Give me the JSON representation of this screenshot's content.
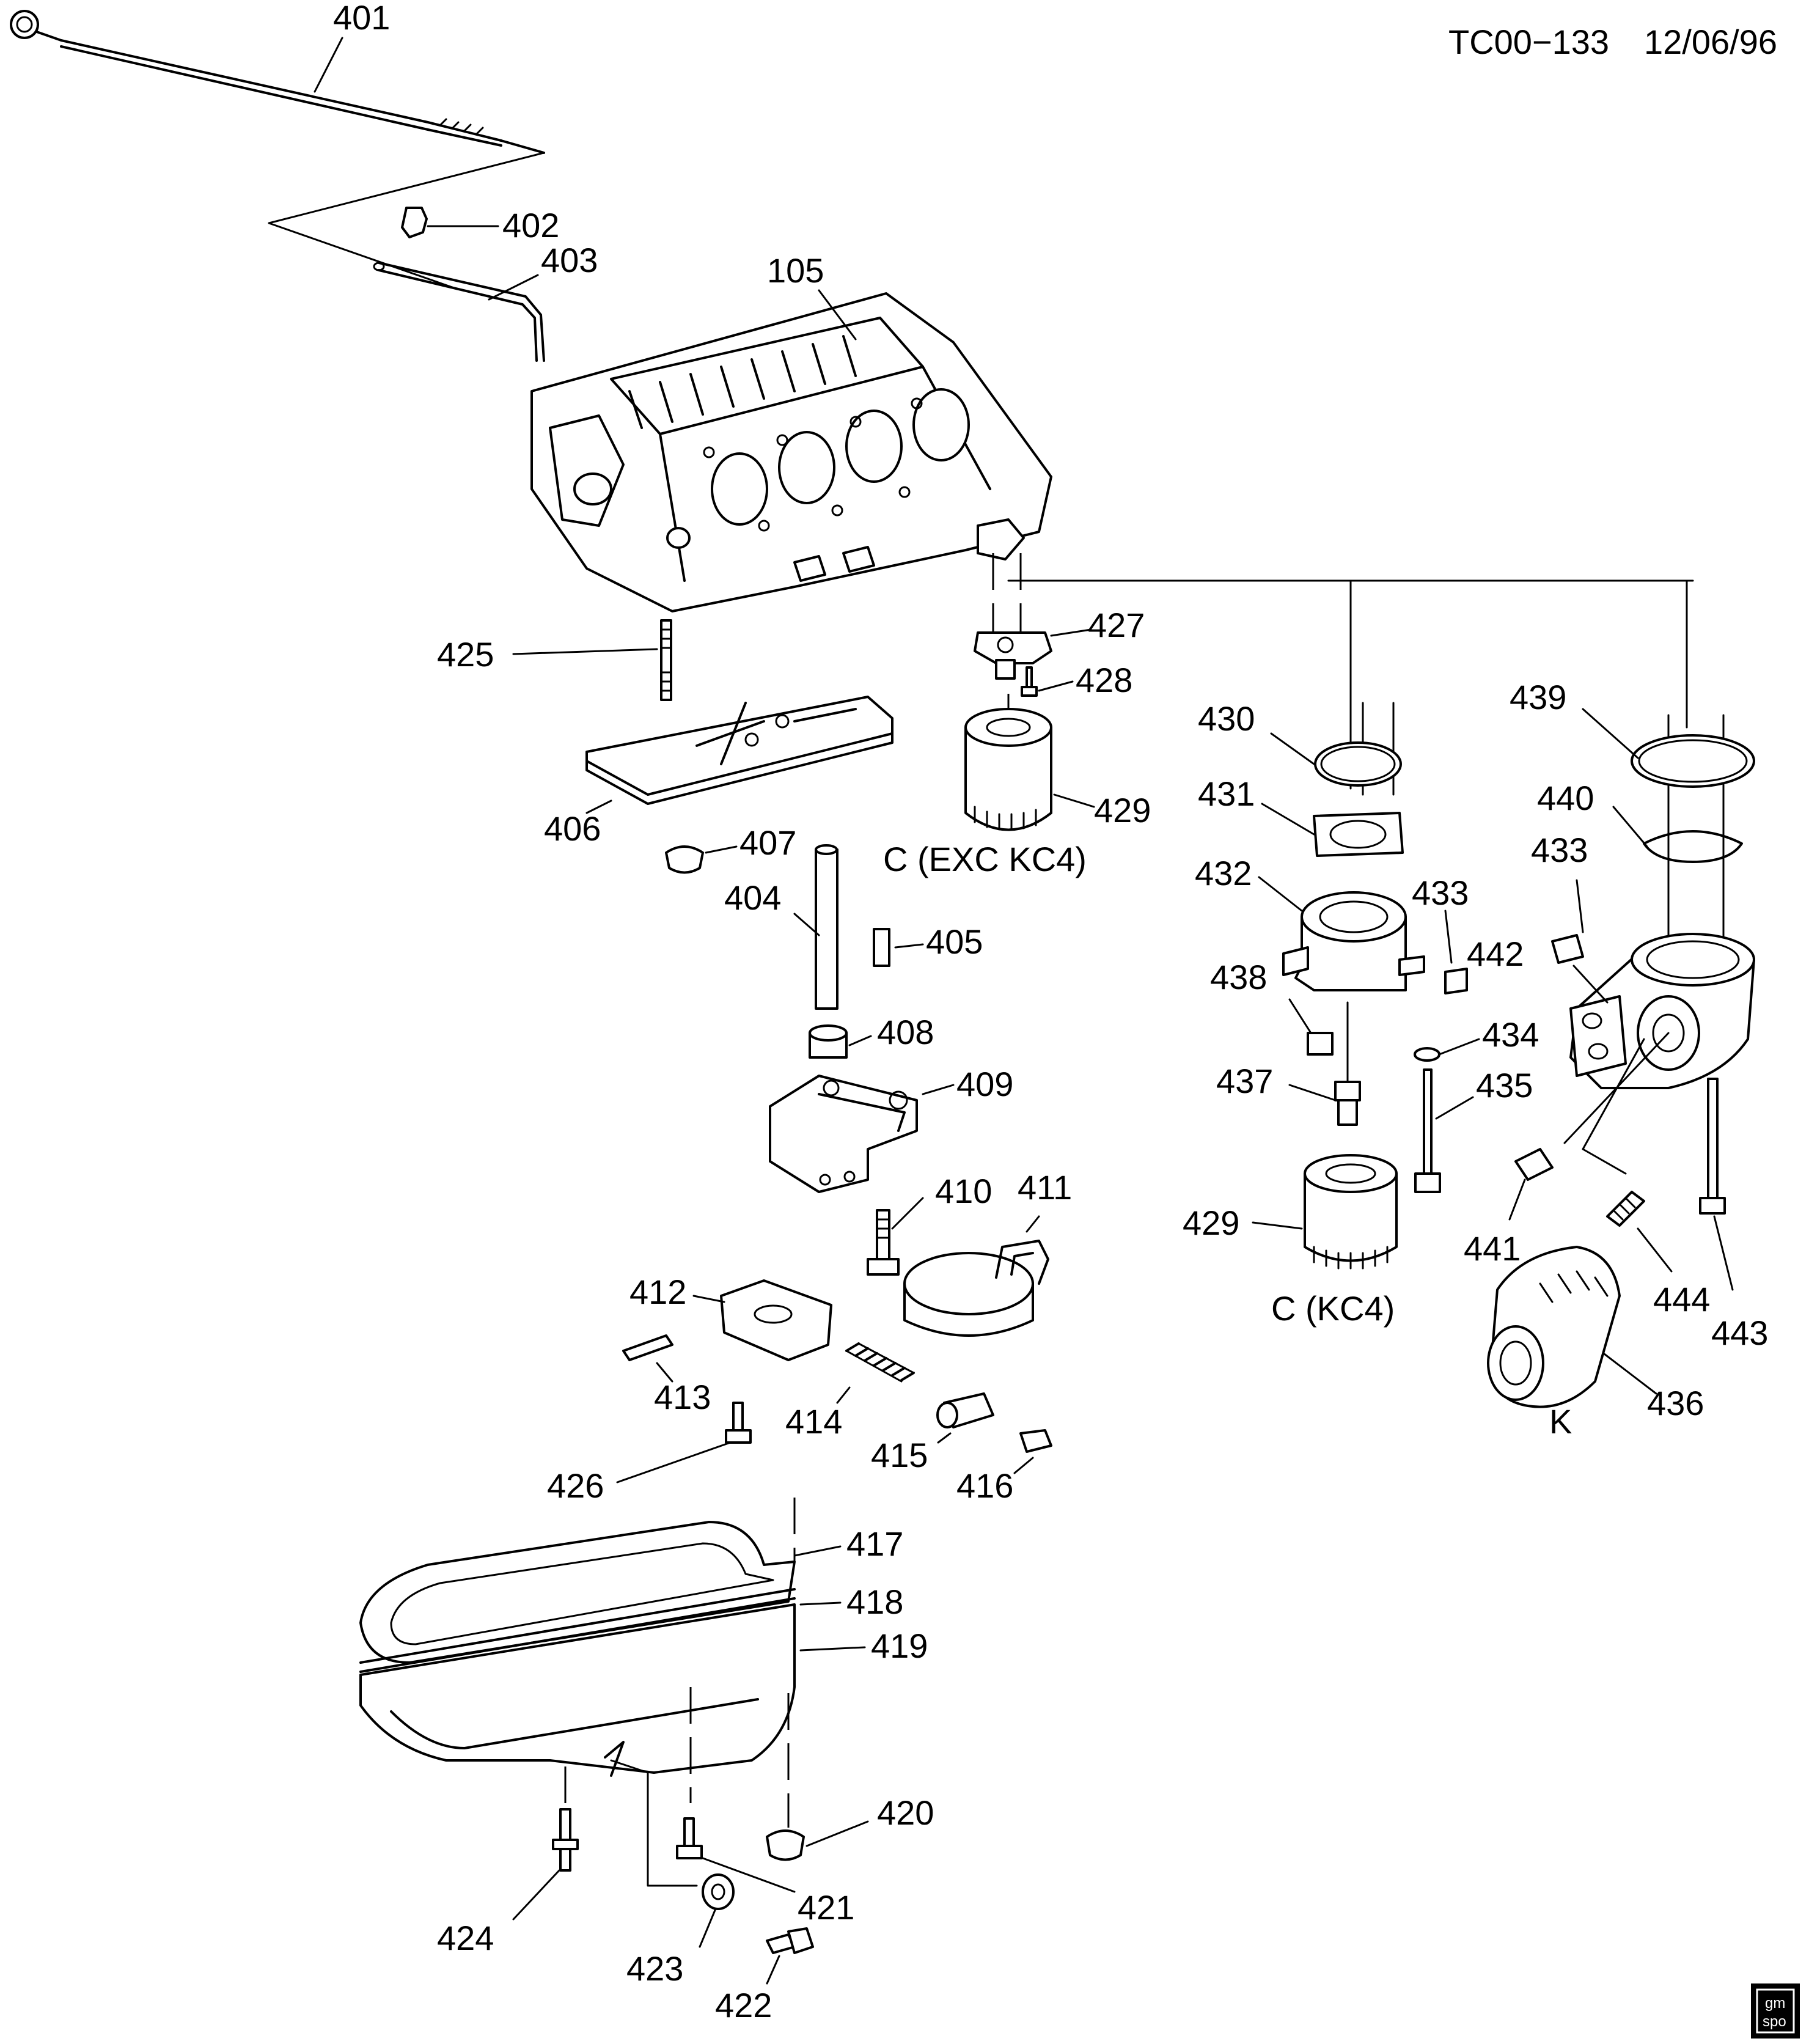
{
  "header": {
    "code": "TC00−133",
    "date": "12/06/96"
  },
  "callouts": [
    {
      "id": "p401",
      "text": "401"
    },
    {
      "id": "p402",
      "text": "402"
    },
    {
      "id": "p403",
      "text": "403"
    },
    {
      "id": "p105",
      "text": "105"
    },
    {
      "id": "p425",
      "text": "425"
    },
    {
      "id": "p427",
      "text": "427"
    },
    {
      "id": "p428",
      "text": "428"
    },
    {
      "id": "p406",
      "text": "406"
    },
    {
      "id": "p429a",
      "text": "429"
    },
    {
      "id": "p407",
      "text": "407"
    },
    {
      "id": "p404",
      "text": "404"
    },
    {
      "id": "p405",
      "text": "405"
    },
    {
      "id": "p408",
      "text": "408"
    },
    {
      "id": "p409",
      "text": "409"
    },
    {
      "id": "p410",
      "text": "410"
    },
    {
      "id": "p411",
      "text": "411"
    },
    {
      "id": "p412",
      "text": "412"
    },
    {
      "id": "p413",
      "text": "413"
    },
    {
      "id": "p414",
      "text": "414"
    },
    {
      "id": "p415",
      "text": "415"
    },
    {
      "id": "p416",
      "text": "416"
    },
    {
      "id": "p426",
      "text": "426"
    },
    {
      "id": "p417",
      "text": "417"
    },
    {
      "id": "p418",
      "text": "418"
    },
    {
      "id": "p419",
      "text": "419"
    },
    {
      "id": "p420",
      "text": "420"
    },
    {
      "id": "p421",
      "text": "421"
    },
    {
      "id": "p422",
      "text": "422"
    },
    {
      "id": "p423",
      "text": "423"
    },
    {
      "id": "p424",
      "text": "424"
    },
    {
      "id": "p430",
      "text": "430"
    },
    {
      "id": "p431",
      "text": "431"
    },
    {
      "id": "p432",
      "text": "432"
    },
    {
      "id": "p433a",
      "text": "433"
    },
    {
      "id": "p438",
      "text": "438"
    },
    {
      "id": "p434",
      "text": "434"
    },
    {
      "id": "p437",
      "text": "437"
    },
    {
      "id": "p435",
      "text": "435"
    },
    {
      "id": "p429b",
      "text": "429"
    },
    {
      "id": "p439",
      "text": "439"
    },
    {
      "id": "p440",
      "text": "440"
    },
    {
      "id": "p433b",
      "text": "433"
    },
    {
      "id": "p442",
      "text": "442"
    },
    {
      "id": "p441",
      "text": "441"
    },
    {
      "id": "p444",
      "text": "444"
    },
    {
      "id": "p443",
      "text": "443"
    },
    {
      "id": "p436",
      "text": "436"
    }
  ],
  "notes": {
    "exc_kc4": "C (EXC KC4)",
    "kc4": "C (KC4)",
    "k": "K"
  },
  "logo": {
    "line1": "gm",
    "line2": "spo"
  }
}
